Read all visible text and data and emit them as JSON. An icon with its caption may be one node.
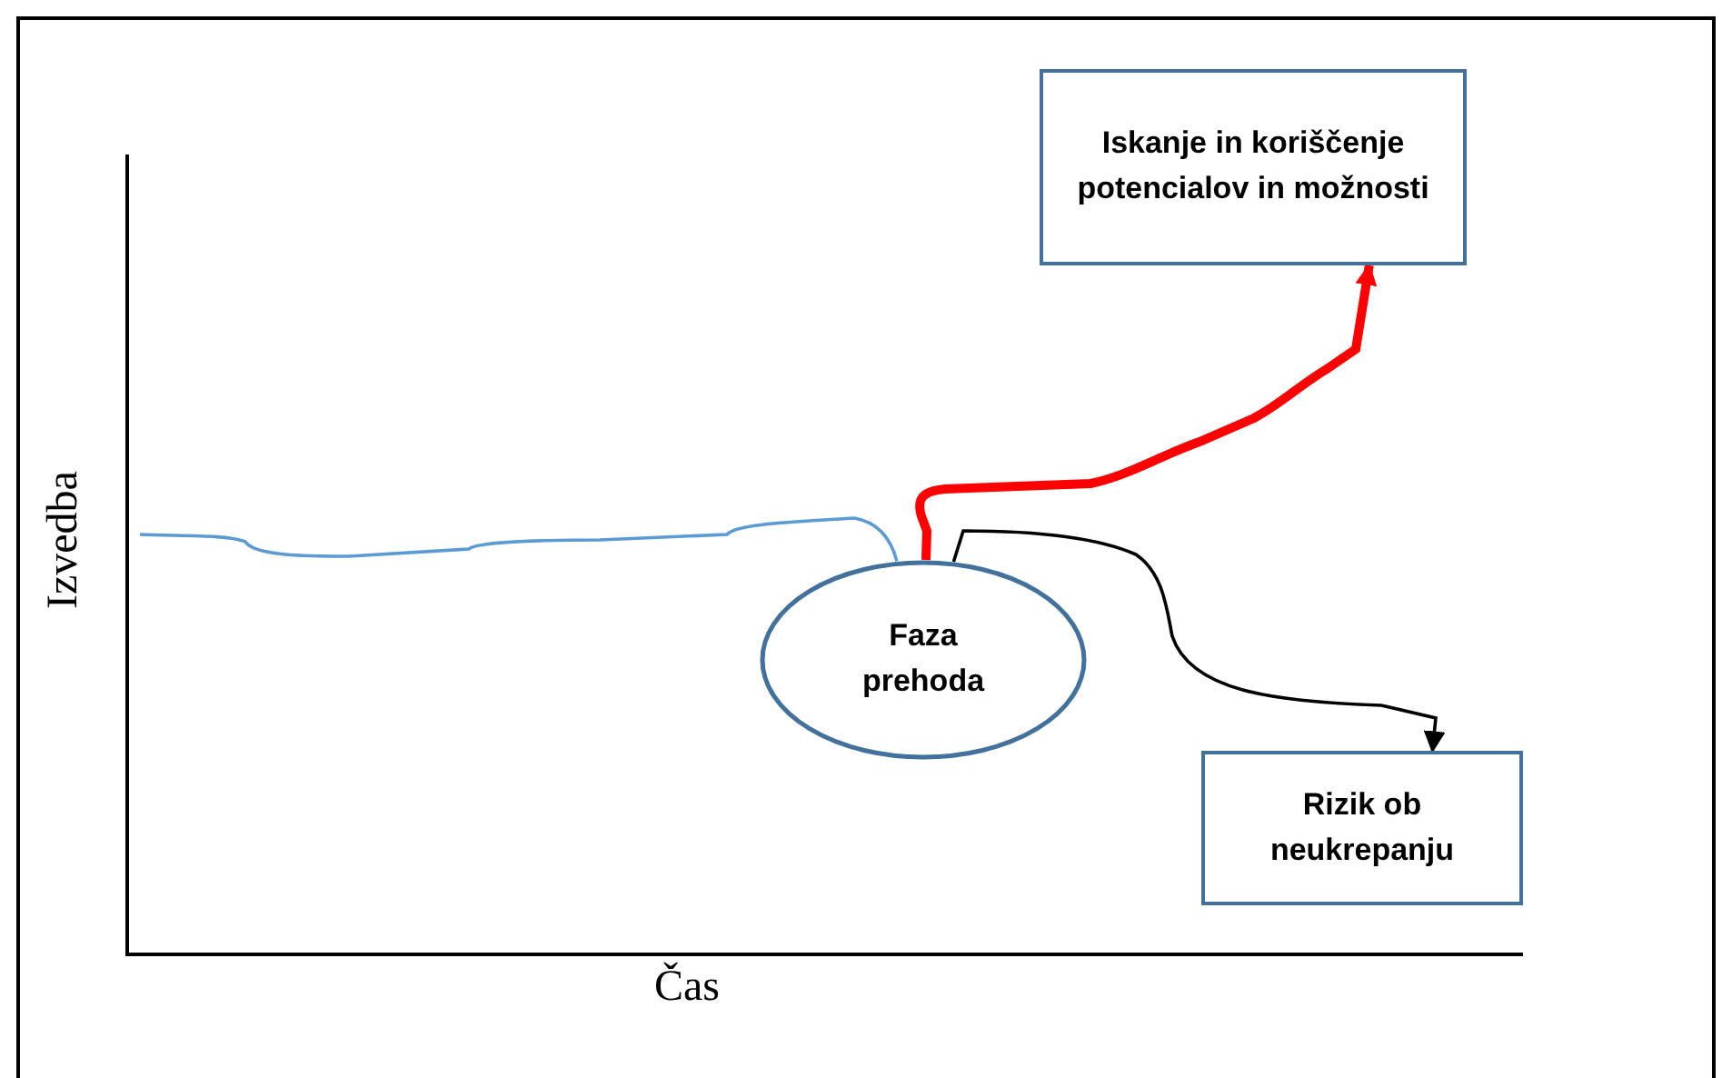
{
  "diagram": {
    "nodes": [
      {
        "text": [
          "Iskanje in koriščenje potencialov in možnosti"
        ]
      },
      {
        "text": [
          "Faza prehoda"
        ]
      },
      {
        "text": [
          "Rizik ob neukrepanju"
        ]
      }
    ],
    "edges": [
      {
        "from": null,
        "to": 1,
        "arrow": "none",
        "color": "#5b9bd5"
      },
      {
        "from": 1,
        "to": 0,
        "arrow": "to",
        "style": "thick",
        "color": "#ff0000"
      },
      {
        "from": 1,
        "to": 2,
        "arrow": "to",
        "color": "#000000"
      }
    ],
    "labels": [
      "Izvedba",
      "Čas"
    ]
  }
}
